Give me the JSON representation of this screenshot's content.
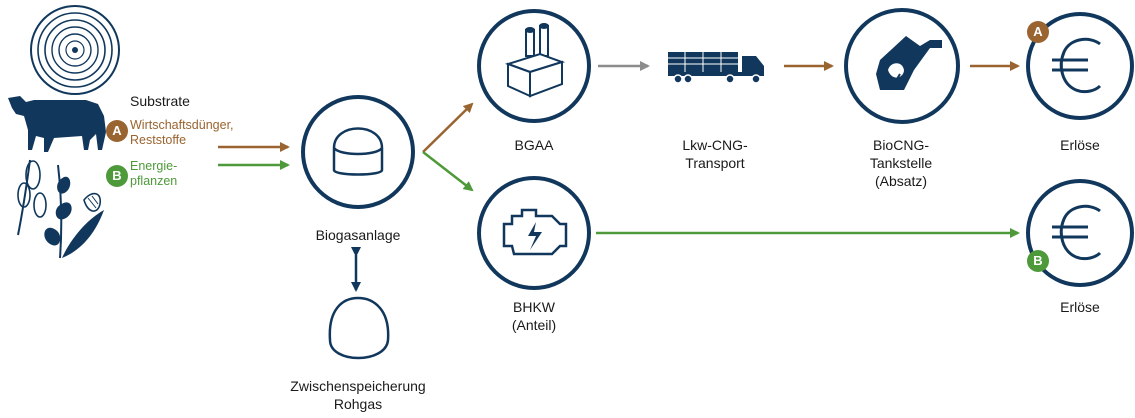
{
  "colors": {
    "navy": "#11385c",
    "brown": "#9a6430",
    "green": "#4e9a3a",
    "grey": "#8c8c8c"
  },
  "substrates": {
    "title": "Substrate",
    "a_badge": "A",
    "a_line1": "Wirtschaftsdünger,",
    "a_line2": "Reststoffe",
    "b_badge": "B",
    "b_line1": "Energie-",
    "b_line2": "pflanzen"
  },
  "nodes": {
    "biogas": "Biogasanlage",
    "storage_line1": "Zwischenspeicherung",
    "storage_line2": "Rohgas",
    "bgaa": "BGAA",
    "transport_line1": "Lkw-CNG-",
    "transport_line2": "Transport",
    "station_line1": "BioCNG-",
    "station_line2": "Tankstelle",
    "station_line3": "(Absatz)",
    "revenue_a": "Erlöse",
    "revenue_a_badge": "A",
    "bhkw_line1": "BHKW",
    "bhkw_line2": "(Anteil)",
    "revenue_b": "Erlöse",
    "revenue_b_badge": "B"
  }
}
